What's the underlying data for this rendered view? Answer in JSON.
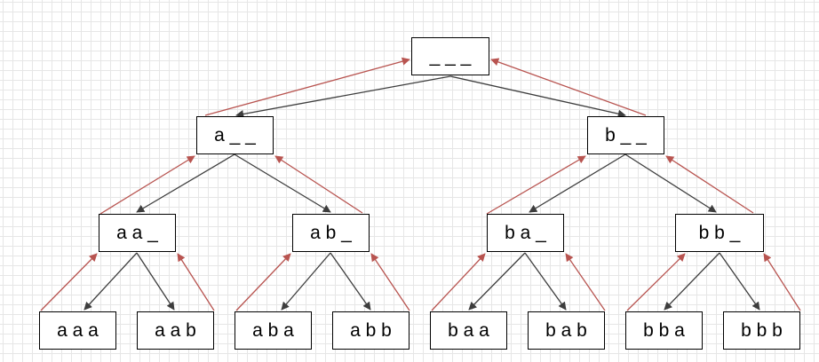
{
  "diagram": {
    "nodes": [
      {
        "id": "root",
        "label": "_ _ _"
      },
      {
        "id": "a",
        "label": "a _ _"
      },
      {
        "id": "b",
        "label": "b _ _"
      },
      {
        "id": "aa",
        "label": "a a _"
      },
      {
        "id": "ab",
        "label": "a b _"
      },
      {
        "id": "ba",
        "label": "b a _"
      },
      {
        "id": "bb",
        "label": "b b _"
      },
      {
        "id": "aaa",
        "label": "a a a"
      },
      {
        "id": "aab",
        "label": "a a b"
      },
      {
        "id": "aba",
        "label": "a b a"
      },
      {
        "id": "abb",
        "label": "a b b"
      },
      {
        "id": "baa",
        "label": "b a a"
      },
      {
        "id": "bab",
        "label": "b a b"
      },
      {
        "id": "bba",
        "label": "b b a"
      },
      {
        "id": "bbb",
        "label": "b b b"
      }
    ],
    "colors": {
      "forward_edge": "#3d3d3d",
      "backtrack_edge": "#b85450",
      "node_border": "#000000",
      "grid": "#e6e6e6"
    }
  }
}
